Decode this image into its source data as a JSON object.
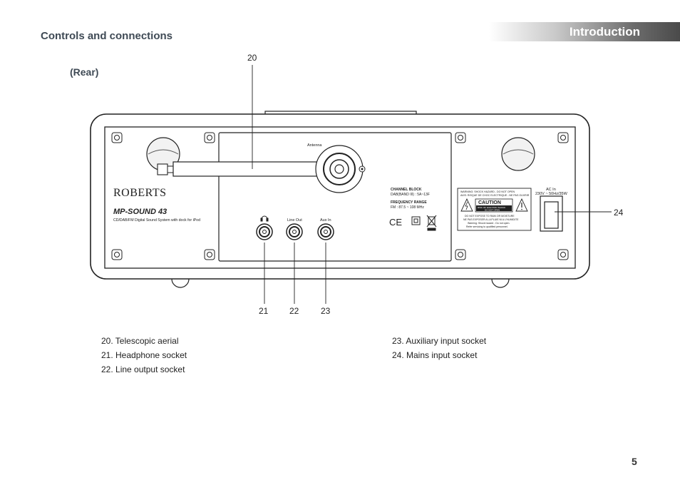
{
  "header": {
    "section": "Controls and connections",
    "chapter": "Introduction",
    "view": "(Rear)"
  },
  "device": {
    "brand": "ROBERTS",
    "model": "MP-SOUND 43",
    "description": "CD/DAB/FM Digital Sound System with dock for iPod",
    "antenna_label": "Antenna",
    "line_out_label": "Line Out",
    "aux_in_label": "Aux In",
    "channel_block_title": "CHANNEL BLOCK",
    "channel_block_value": "DAB(BAND III) : 5A~13F",
    "freq_range_title": "FREQUENCY RANGE",
    "freq_range_value": "FM : 87.5 ~ 108 MHz",
    "warning_text_1": "WARNING: SHOCK HAZARD - DO NOT OPEN",
    "warning_text_2": "AVIS: RISQUE DE CHOC ELECTRIQUE - NE PAS OUVRIR",
    "caution_label": "CAUTION",
    "caution_sub_1": "RISK OF ELECTRIC SHOCK",
    "caution_sub_2": "DO NOT OPEN",
    "notice_1": "DO NOT EXPOSE TO RAIN OR MOISTURE",
    "notice_2": "NE PAS EXPOSER A LA PLUIE NI A L'HUMIDITE",
    "notice_3": "Warning: Shock hazard - Do not open.",
    "notice_4": "Refer servicing to qualified personnel.",
    "ac_label": "AC In",
    "ac_value": "230V ~ 50Hz/35W",
    "ce_mark": "CE"
  },
  "callouts": {
    "c20": "20",
    "c21": "21",
    "c22": "22",
    "c23": "23",
    "c24": "24"
  },
  "legend": {
    "item20": "20. Telescopic aerial",
    "item21": "21. Headphone socket",
    "item22": "22. Line output socket",
    "item23": "23. Auxiliary input socket",
    "item24": "24. Mains input socket"
  },
  "page_number": "5"
}
